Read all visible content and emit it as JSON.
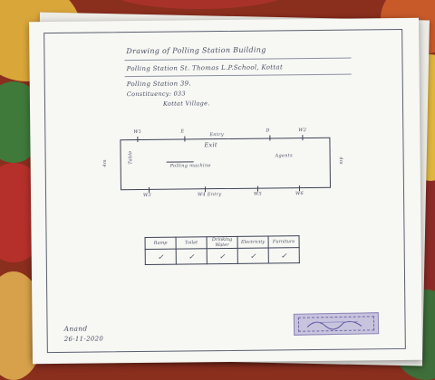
{
  "heading": {
    "line1": "Drawing of Polling Station Building",
    "line2": "Polling Station St. Thomas L.P.School, Kottat",
    "line3": "Polling Station 39.",
    "line4": "Constituency: 033",
    "line5": "Kottat Village."
  },
  "drawing": {
    "top_labels": [
      "W1",
      "E",
      "Entry",
      "D",
      "W2"
    ],
    "bottom_labels": [
      "W3",
      "W4 Entry",
      "W5",
      "W6"
    ],
    "left_label": "4m",
    "right_label": "4m",
    "left_inside": "Table",
    "center_label": "Polling machine",
    "right_inside": "Agents",
    "center_top": "Exit"
  },
  "table": {
    "headers": [
      "Ramp",
      "Toilet",
      "Drinking Water",
      "Electricity",
      "Furniture"
    ],
    "values": [
      "✓",
      "✓",
      "✓",
      "✓",
      "✓"
    ]
  },
  "signature": {
    "name": "Anand",
    "date": "26-11-2020"
  },
  "icons": {
    "check": "check-mark-icon"
  }
}
